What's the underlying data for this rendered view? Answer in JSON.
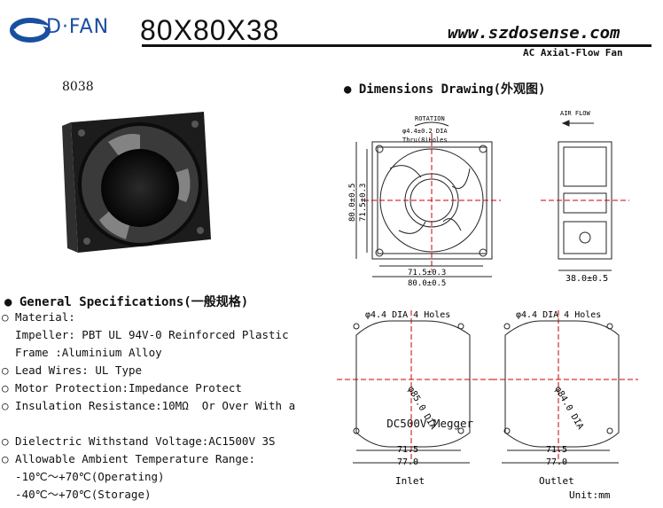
{
  "header": {
    "brand": "D·FAN",
    "model_title": "80X80X38",
    "website": "www.szdosense.com",
    "subtitle": "AC Axial-Flow Fan"
  },
  "product": {
    "model_code": "8038"
  },
  "sections": {
    "dimensions_title": "Dimensions Drawing(外观图)",
    "general_title": "General Specifications(一般规格)"
  },
  "specs": [
    "○ Material:",
    "  Impeller: PBT UL 94V-0 Reinforced Plastic",
    "  Frame :Aluminium Alloy",
    "○ Lead Wires: UL Type",
    "○ Motor Protection:Impedance Protect",
    "○ Insulation Resistance:10MΩ  Or Over With a",
    "                             DC500V Megger",
    "○ Dielectric Withstand Voltage:AC1500V 3S",
    "○ Allowable Ambient Temperature Range:",
    "  -10℃～+70℃(Operating)",
    "  -40℃～+70℃(Storage)"
  ],
  "drawing": {
    "rotation": "ROTATION",
    "hole_note_1": "φ4.4±0.2 DIA",
    "hole_note_2": "Thru(8)Holes",
    "air_flow": "AIR FLOW",
    "dim_80_v": "80.0±0.5",
    "dim_715_v": "71.5±0.3",
    "dim_715_h": "71.5±0.3",
    "dim_80_h": "80.0±0.5",
    "depth": "38.0±0.5",
    "inlet_holes": "φ4.4 DIA 4 Holes",
    "inlet_dia": "φ85.0 DIA",
    "inlet_715": "71.5",
    "inlet_77": "77.0",
    "inlet_label": "Inlet",
    "outlet_holes": "φ4.4 DIA 4 Holes",
    "outlet_dia": "φ84.0 DIA",
    "outlet_715": "71.5",
    "outlet_77": "77.0",
    "outlet_label": "Outlet",
    "unit": "Unit:mm"
  }
}
